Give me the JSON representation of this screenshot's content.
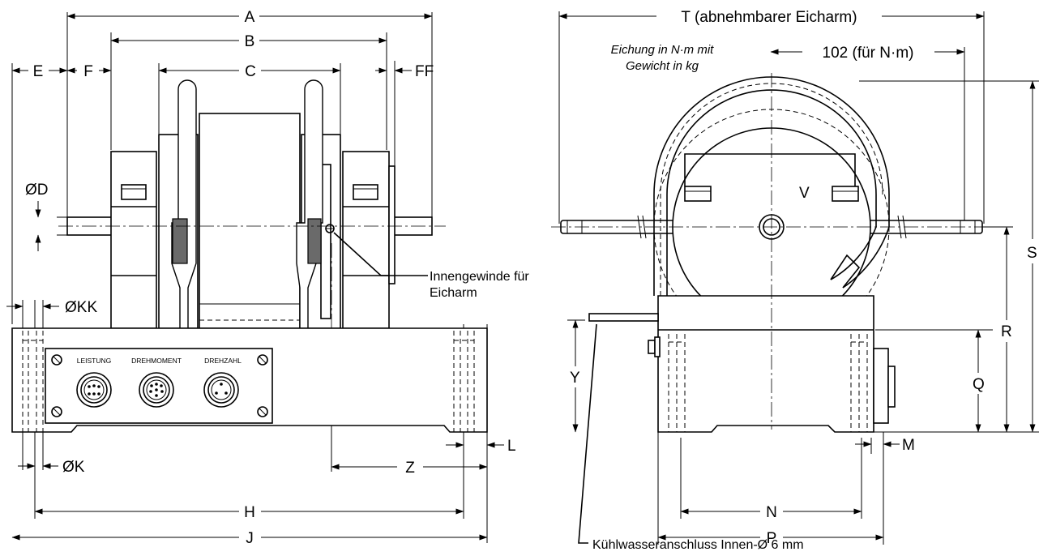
{
  "dimensions": {
    "A": "A",
    "B": "B",
    "C": "C",
    "E": "E",
    "F": "F",
    "FF": "FF",
    "D": "ØD",
    "KK": "ØKK",
    "K": "ØK",
    "H": "H",
    "J": "J",
    "Z": "Z",
    "L": "L",
    "T": "T (abnehmbarer Eicharm)",
    "T_102": "102 (für N·m)",
    "V": "V",
    "S": "S",
    "R": "R",
    "Q": "Q",
    "Y": "Y",
    "M": "M",
    "N": "N",
    "P": "P"
  },
  "notes": {
    "calibration_line1": "Eichung in N·m mit",
    "calibration_line2": "Gewicht in kg",
    "thread_line1": "Innengewinde für",
    "thread_line2": "Eicharm",
    "cooling": "Kühlwasseranschluss Innen-Ø 6 mm"
  },
  "plate_labels": {
    "power": "LEISTUNG",
    "torque": "DREHMOMENT",
    "speed": "DREHZAHL"
  }
}
